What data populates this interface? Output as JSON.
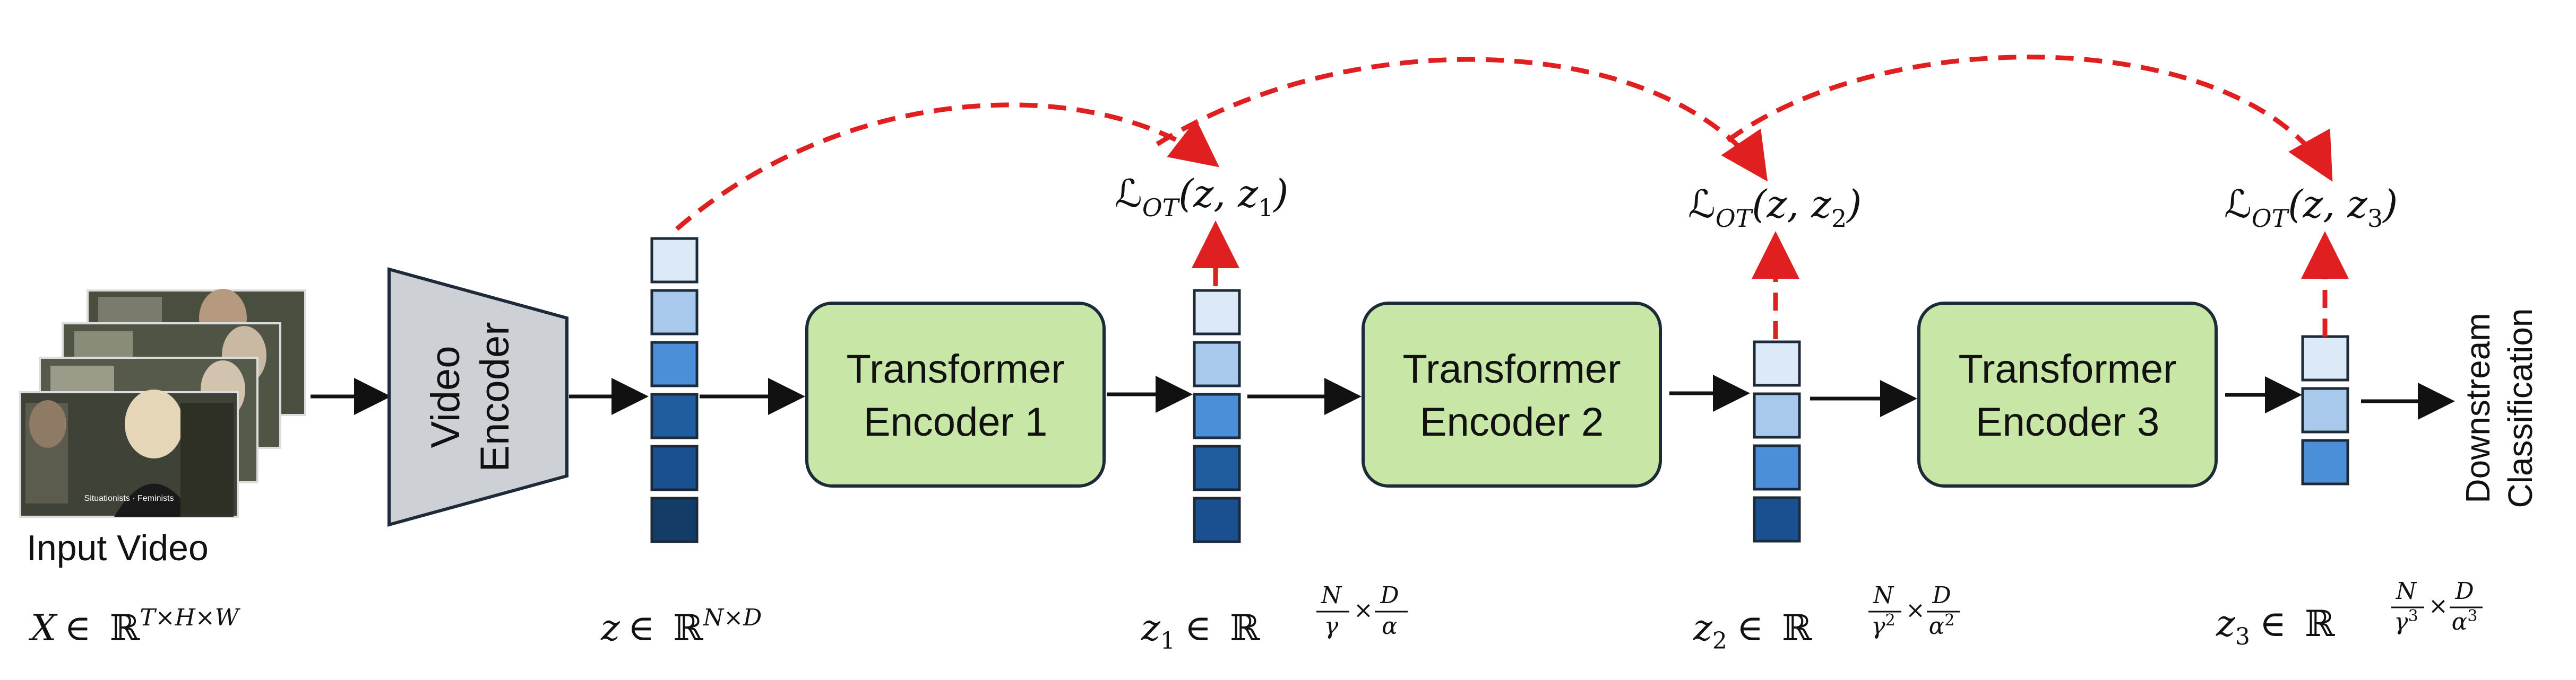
{
  "input": {
    "label": "Input Video",
    "formula": {
      "var": "X",
      "in": "∈",
      "set": "ℝ",
      "exp": "T×H×W"
    },
    "frame_caption": "Situationists · Feminists"
  },
  "video_encoder": {
    "line1": "Video",
    "line2": "Encoder"
  },
  "z0": {
    "var": "z",
    "in": "∈",
    "set": "ℝ",
    "exp": "N×D"
  },
  "transformers": [
    {
      "line1": "Transformer",
      "line2": "Encoder 1"
    },
    {
      "line1": "Transformer",
      "line2": "Encoder 2"
    },
    {
      "line1": "Transformer",
      "line2": "Encoder 3"
    }
  ],
  "outputs": [
    {
      "var": "z",
      "sub": "1",
      "in": "∈",
      "set": "ℝ",
      "num1": "N",
      "den1": "γ",
      "den1_exp": "",
      "times": "×",
      "num2": "D",
      "den2": "α",
      "den2_exp": ""
    },
    {
      "var": "z",
      "sub": "2",
      "in": "∈",
      "set": "ℝ",
      "num1": "N",
      "den1": "γ",
      "den1_exp": "2",
      "times": "×",
      "num2": "D",
      "den2": "α",
      "den2_exp": "2"
    },
    {
      "var": "z",
      "sub": "3",
      "in": "∈",
      "set": "ℝ",
      "num1": "N",
      "den1": "γ",
      "den1_exp": "3",
      "times": "×",
      "num2": "D",
      "den2": "α",
      "den2_exp": "3"
    }
  ],
  "losses": [
    {
      "symbol": "ℒ",
      "sub": "OT",
      "args": "(z, z",
      "arg_sub": "1",
      "close": ")"
    },
    {
      "symbol": "ℒ",
      "sub": "OT",
      "args": "(z, z",
      "arg_sub": "2",
      "close": ")"
    },
    {
      "symbol": "ℒ",
      "sub": "OT",
      "args": "(z, z",
      "arg_sub": "3",
      "close": ")"
    }
  ],
  "output_label": {
    "line1": "Downstream",
    "line2": "Classification"
  },
  "colors": {
    "token_shades": [
      "#dce9f7",
      "#a9c9ec",
      "#4a8fd8",
      "#1f5d9f",
      "#1a5090",
      "#133c66"
    ],
    "transformer_fill": "#c8e6a6",
    "encoder_fill": "#cdd0d4",
    "loss_arrow": "#e02020",
    "arrow": "#111111"
  }
}
